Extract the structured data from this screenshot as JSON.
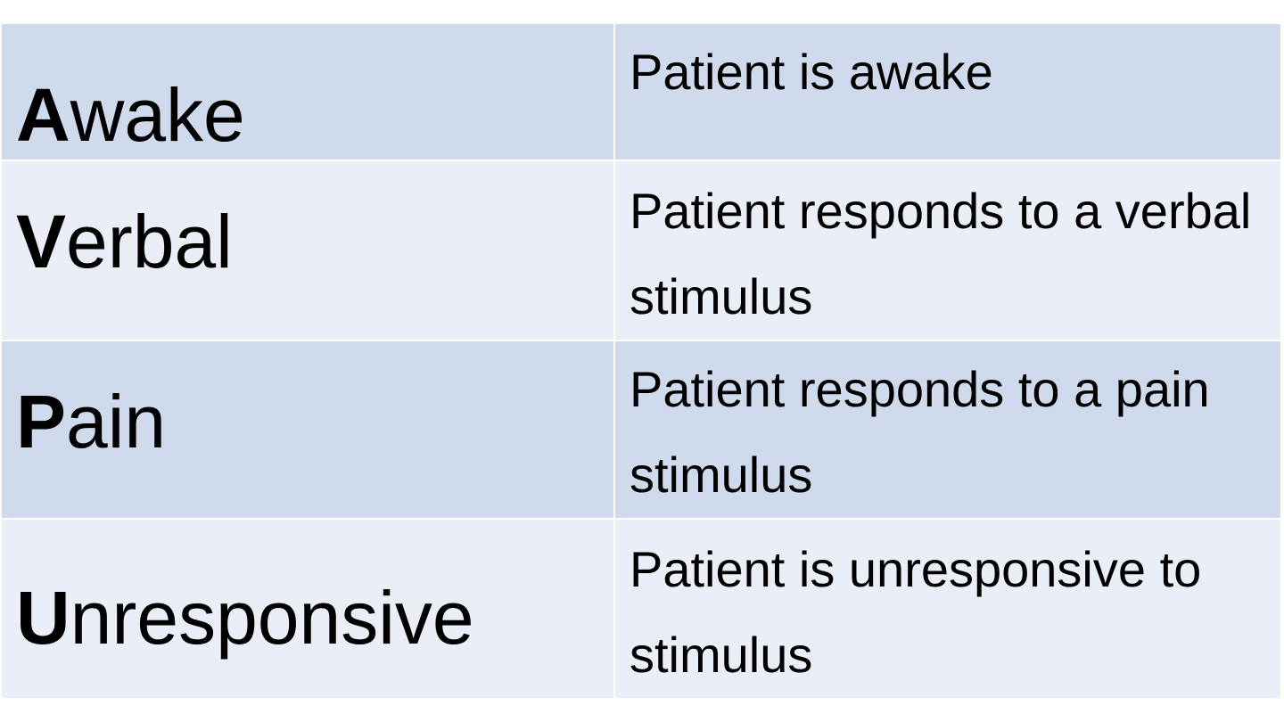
{
  "rows": [
    {
      "initial": "A",
      "rest": "wake",
      "description": "Patient is awake"
    },
    {
      "initial": "V",
      "rest": "erbal",
      "description": "Patient responds to a verbal stimulus"
    },
    {
      "initial": "P",
      "rest": "ain",
      "description": "Patient responds to a pain stimulus"
    },
    {
      "initial": "U",
      "rest": "nresponsive",
      "description": "Patient is unresponsive to stimulus"
    }
  ],
  "colors": {
    "row_dark": "#cfdbed",
    "row_light": "#e9eef7",
    "text": "#000000",
    "divider": "#ffffff"
  }
}
